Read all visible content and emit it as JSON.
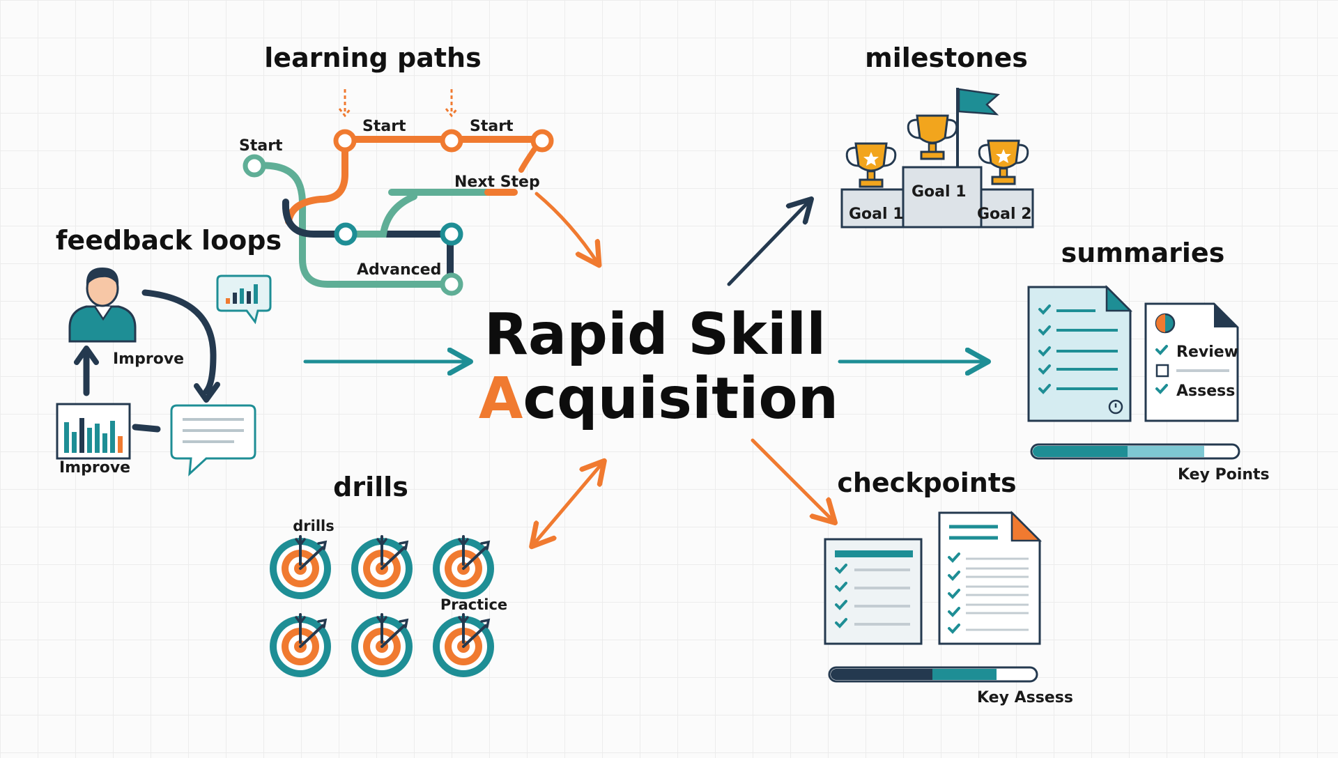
{
  "title": {
    "line1": "Rapid Skill",
    "line2_accent": "A",
    "line2_rest": "cquisition"
  },
  "learning_paths": {
    "heading": "learning paths",
    "labels": [
      "Start",
      "Start",
      "Start",
      "Next Step",
      "Advanced"
    ]
  },
  "feedback_loops": {
    "heading": "feedback loops",
    "labels": [
      "Improve",
      "Improve"
    ]
  },
  "drills": {
    "heading": "drills",
    "labels": [
      "drills",
      "Practice"
    ]
  },
  "milestones": {
    "heading": "milestones",
    "labels": [
      "Goal 1",
      "Goal 1",
      "Goal 2"
    ]
  },
  "summaries": {
    "heading": "summaries",
    "labels": [
      "Review",
      "Assess",
      "Key Points"
    ]
  },
  "checkpoints": {
    "heading": "checkpoints",
    "labels": [
      "Key Assess"
    ]
  },
  "colors": {
    "teal": "#1e8e95",
    "orange": "#f07a30",
    "navy": "#24394f",
    "mint": "#5fae96",
    "gold": "#f2a51d",
    "light_teal": "#d5ecf1"
  },
  "icons": [
    "person-icon",
    "chart-bubble-icon",
    "bar-chart-icon",
    "chat-bubble-icon",
    "target-icon",
    "trophy-icon",
    "flag-icon",
    "document-icon",
    "checklist-icon",
    "pie-icon"
  ]
}
